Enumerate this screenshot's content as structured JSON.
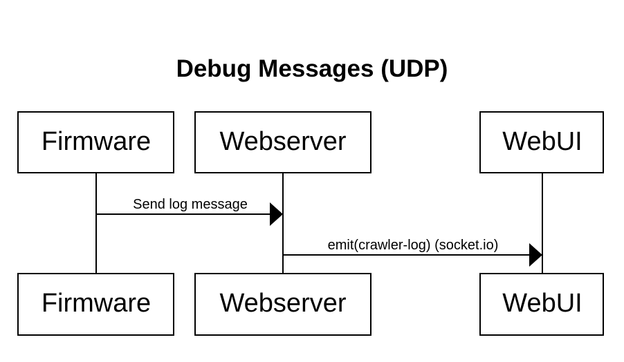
{
  "diagram": {
    "title": "Debug Messages (UDP)",
    "participants": [
      {
        "id": "firmware",
        "label": "Firmware"
      },
      {
        "id": "webserver",
        "label": "Webserver"
      },
      {
        "id": "webui",
        "label": "WebUI"
      }
    ],
    "messages": [
      {
        "from": "firmware",
        "to": "webserver",
        "label": "Send log message"
      },
      {
        "from": "webserver",
        "to": "webui",
        "label": "emit(crawler-log) (socket.io)"
      }
    ],
    "colors": {
      "stroke": "#000000",
      "fill": "#ffffff",
      "text": "#000000"
    }
  }
}
